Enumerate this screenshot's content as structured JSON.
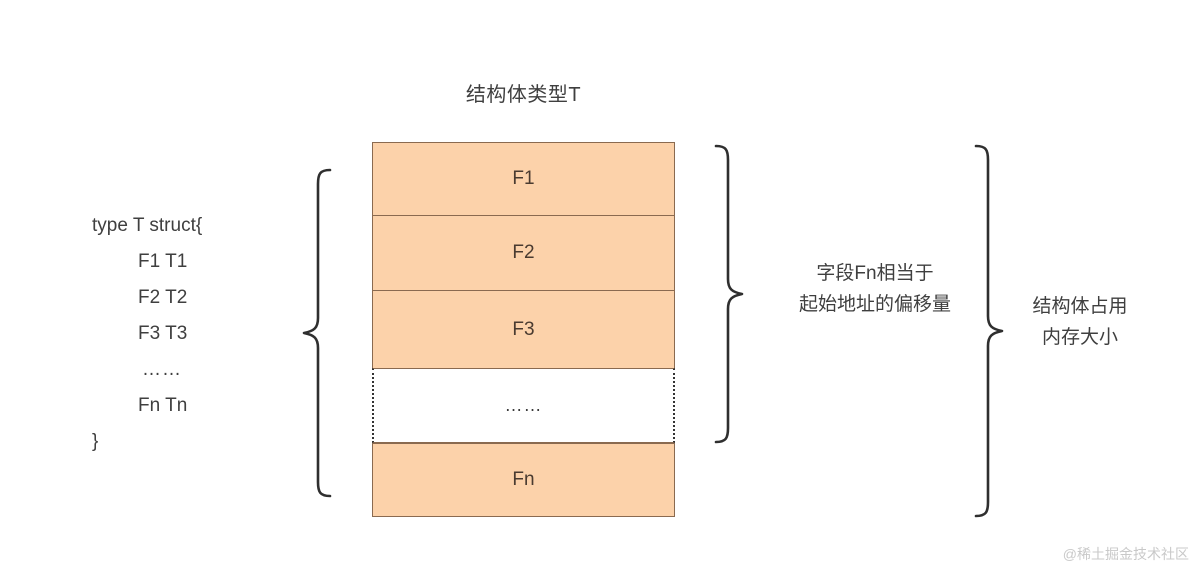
{
  "diagram": {
    "title": "结构体类型T",
    "background_color": "#ffffff",
    "field_fill_color": "#FCD2AA",
    "field_border_color": "#8a6a50",
    "text_color": "#3f3f3f"
  },
  "code": {
    "lines": [
      "type T struct{",
      "F1 T1",
      "F2 T2",
      "F3 T3",
      "……",
      "Fn Tn",
      "}"
    ]
  },
  "memory_layout": {
    "rows": [
      {
        "label": "F1",
        "kind": "field"
      },
      {
        "label": "F2",
        "kind": "field"
      },
      {
        "label": "F3",
        "kind": "field"
      },
      {
        "label": "……",
        "kind": "gap"
      },
      {
        "label": "Fn",
        "kind": "field"
      }
    ]
  },
  "annotations": {
    "offset": {
      "line1": "字段Fn相当于",
      "line2": "起始地址的偏移量"
    },
    "size": {
      "line1": "结构体占用",
      "line2": "内存大小"
    }
  },
  "watermark": {
    "text": "@稀土掘金技术社区"
  }
}
